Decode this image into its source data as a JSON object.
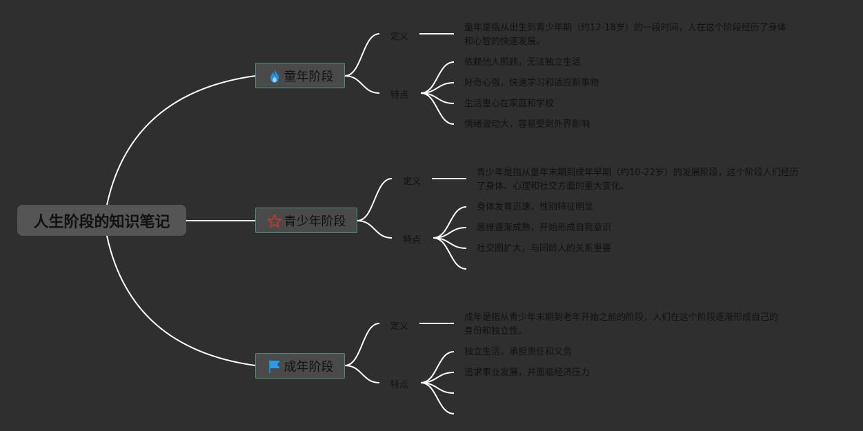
{
  "root": {
    "title": "人生阶段的知识笔记"
  },
  "branches": [
    {
      "title": "童年阶段",
      "icon": "flame-icon",
      "definition_label": "定义",
      "definition": [
        "童年是指从出生到青少年期（约12-18岁）的一段时间，人在这个阶段经历了身体",
        "和心智的快速发展。"
      ],
      "features_label": "特点",
      "features": [
        "依赖他人照顾，无法独立生活",
        "好奇心强，快速学习和适应新事物",
        "生活重心在家庭和学校",
        "情绪波动大，容易受到外界影响"
      ]
    },
    {
      "title": "青少年阶段",
      "icon": "star-icon",
      "definition_label": "定义",
      "definition": [
        "青少年是指从童年末期到成年早期（约10-22岁）的发展阶段，这个阶段人们经历",
        "了身体、心理和社交方面的重大变化。"
      ],
      "features_label": "特点",
      "features": [
        "身体发育迅速，性别特征明显",
        "思维逐渐成熟，开始形成自我意识",
        "社交圈扩大，与同龄人的关系重要",
        ""
      ]
    },
    {
      "title": "成年阶段",
      "icon": "flag-icon",
      "definition_label": "定义",
      "definition": [
        "成年是指从青少年末期到老年开始之前的阶段，人们在这个阶段逐渐形成自己的",
        "身份和独立性。"
      ],
      "features_label": "特点",
      "features": [
        "独立生活，承担责任和义务",
        "追求事业发展，并面临经济压力",
        "",
        ""
      ]
    }
  ],
  "colors": {
    "background": "#2f2f2f",
    "line": "#ffffff",
    "node_border": "#4f8a7e",
    "text": "#111111"
  }
}
